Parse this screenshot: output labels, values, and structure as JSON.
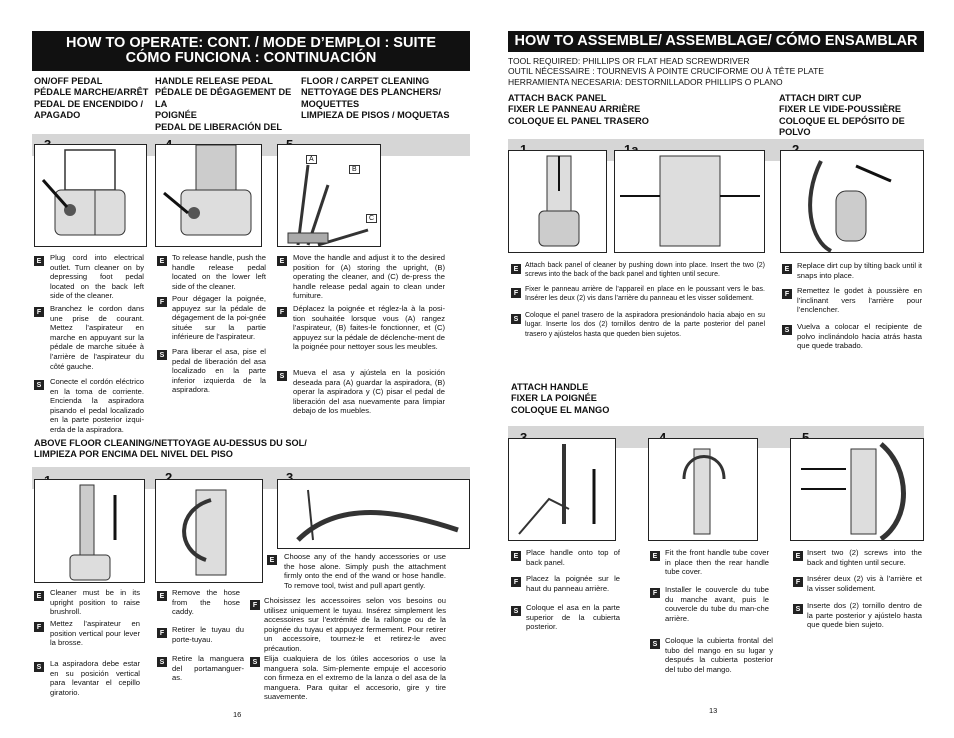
{
  "left": {
    "title": "HOW TO OPERATE: CONT. / MODE D’EMPLOI : SUITE\nCÓMO FUNCIONA : CONTINUACIÓN",
    "col1_header": "ON/OFF PEDAL\nPÉDALE MARCHE/ARRÊT\nPEDAL DE ENCENDIDO /\nAPAGADO",
    "col2_header": "HANDLE RELEASE PEDAL\nPÉDALE DE DÉGAGEMENT DE LA\nPOIGNÉE\nPEDAL DE LIBERACIÓN DEL ASA",
    "col3_header": "FLOOR / CARPET CLEANING\nNETTOYAGE DES PLANCHERS/\nMOQUETTES\nLIMPIEZA DE PISOS / MOQUETAS",
    "steps_top": [
      "3.",
      "4.",
      "5."
    ],
    "fig5_labels": [
      "A",
      "B",
      "C"
    ],
    "col1_text": {
      "E": "Plug cord into electrical outlet. Turn cleaner on by depressing foot pedal located on the back left side of the cleaner.",
      "F": "Branchez le cordon dans une prise de courant. Mettez l’aspirateur en marche en appuyant sur la pédale de marche située à l’arrière de l’aspirateur du côté gauche.",
      "S": "Conecte el cordón eléctrico en la toma de corriente. Encienda la aspiradora pisando el pedal localizado en la parte posterior izqui-erda de la aspiradora."
    },
    "col2_text": {
      "E": "To release handle, push the handle release pedal located on the lower left side of the cleaner.",
      "F": "Pour dégager la poignée, appuyez sur la pédale de dégagement de la poi-gnée située sur la partie inférieure de l’aspirateur.",
      "S": "Para liberar el asa, pise el pedal de liberación del asa localizado en la parte inferior izquierda de la aspiradora."
    },
    "col3_text": {
      "E": "Move the handle and adjust it to the desired position for (A) storing the upright, (B) operating the cleaner, and (C) de-press the handle release pedal again to clean under furniture.",
      "F": "Déplacez la poignée et réglez-la à la posi-tion souhaitée lorsque vous (A) rangez l’aspirateur, (B) faites-le fonctionner, et (C) appuyez sur la pédale de déclenche-ment de la poignée pour nettoyer sous les meubles.",
      "S": "Mueva el asa y ajústela en la posición deseada para (A) guardar la aspiradora, (B) operar la aspiradora y (C) pisar el pedal de liberación del asa nuevamente para limpiar debajo de los muebles."
    },
    "above_header": "ABOVE FLOOR CLEANING/NETTOYAGE AU-DESSUS DU SOL/\nLIMPIEZA POR ENCIMA DEL NIVEL DEL PISO",
    "steps_bottom": [
      "1.",
      "2.",
      "3."
    ],
    "b1_text": {
      "E": "Cleaner must be in its upright position to raise brushroll.",
      "F": "Mettez l’aspirateur en position vertical pour lever la brosse.",
      "S": "La aspiradora debe estar en su posición vertical para levantar el cepillo giratorio."
    },
    "b2_text": {
      "E": "Remove the hose from the hose caddy.",
      "F": "Retirer le tuyau du porte-tuyau.",
      "S": "Retire la manguera del portamanguer-as."
    },
    "b3_text": {
      "E": "Choose any of the handy accessories or use the hose alone. Simply push the attachment firmly onto the end of the wand or hose handle. To remove tool, twist and pull apart gently.",
      "F": "Choisissez les accessoires selon vos besoins ou utilisez uniquement le tuyau. Insérez simplement les accessoires sur l’extrémité de la rallonge ou de la poignée du tuyau et appuyez fermement. Pour retirer un accessoire, tournez-le et retirez-le avec précaution.",
      "S": "Elija cualquiera de los útiles accesorios o use la manguera sola. Sim-plemente empuje el accesorio con firmeza en el extremo de la lanza o del asa de la manguera. Para quitar el accesorio, gire y tire suavemente."
    },
    "page_number": "16"
  },
  "right": {
    "title": "HOW TO ASSEMBLE/ ASSEMBLAGE/ CÓMO ENSAMBLAR",
    "tools": "TOOL REQUIRED: PHILLIPS OR FLAT HEAD SCREWDRIVER\nOUTIL NÉCESSAIRE : TOURNEVIS À POINTE CRUCIFORME OU À TÊTE PLATE\nHERRAMIENTA NECESARIA: DESTORNILLADOR PHILLIPS O PLANO",
    "back_header": "ATTACH BACK PANEL\nFIXER LE PANNEAU ARRIÈRE\nCOLOQUE EL PANEL TRASERO",
    "cup_header": "ATTACH DIRT CUP\nFIXER LE VIDE-POUSSIÈRE\nCOLOQUE EL DEPÓSITO DE POLVO",
    "steps_top": [
      "1.",
      "1a.",
      "2."
    ],
    "back_text": {
      "E": "Attach back panel of cleaner by pushing down into place. Insert the two (2) screws into the back of the back panel and tighten until secure.",
      "F": "Fixer le panneau arrière de l’appareil en place en le poussant vers le bas. Insérer les deux (2) vis dans l’arrière du panneau et les visser solidement.",
      "S": "Coloque el panel trasero de la aspiradora presionándolo hacia abajo en su lugar. Inserte los dos (2) tornillos dentro de la parte posterior del panel trasero y ajústelos hasta que queden bien sujetos."
    },
    "cup_text": {
      "E": "Replace dirt cup by tilting back until it snaps into place.",
      "F": "Remettez le godet à poussière en l’inclinant vers l’arrière pour l’enclencher.",
      "S": "Vuelva a colocar el recipiente de polvo inclinándolo hacia atrás hasta que quede trabado."
    },
    "handle_header": "ATTACH HANDLE\nFIXER LA POIGNÉE\nCOLOQUE EL MANGO",
    "steps_bottom": [
      "3.",
      "4.",
      "5."
    ],
    "h3_text": {
      "E": "Place handle onto top of back panel.",
      "F": "Placez la poignée sur le haut du panneau arrière.",
      "S": "Coloque el asa en la parte superior de la cubierta posterior."
    },
    "h4_text": {
      "E": "Fit the front handle tube cover in place then the rear handle tube cover.",
      "F": "Installer le couvercle du tube du manche avant, puis le couvercle du tube du man-che arrière.",
      "S": "Coloque la cubierta frontal del tubo del mango en su lugar y después la cubierta posterior del tubo del mango."
    },
    "h5_text": {
      "E": "Insert two (2) screws into the back and tighten until secure.",
      "F": "Insérer deux (2) vis à l’arrière et la visser solidement.",
      "S": "Inserte dos (2) tornillo dentro de la parte posterior y ajústelo hasta que quede bien sujeto."
    },
    "page_number": "13"
  },
  "tags": {
    "E": "E",
    "F": "F",
    "S": "S"
  }
}
